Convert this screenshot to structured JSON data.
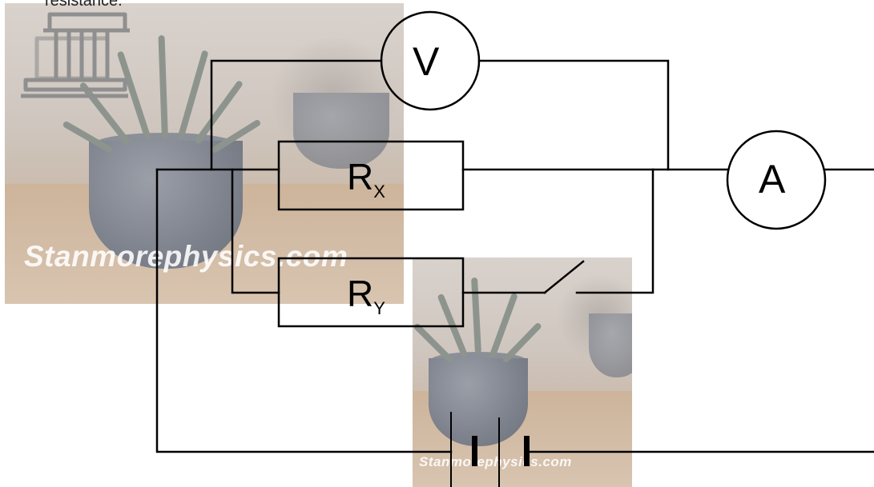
{
  "caption": "resistance.",
  "watermark": {
    "text_large": "Stanmorephysics.com",
    "text_small": "Stanmorephysics.com"
  },
  "meters": {
    "voltmeter": "V",
    "ammeter": "A"
  },
  "resistors": [
    {
      "symbol": "R",
      "subscript": "X"
    },
    {
      "symbol": "R",
      "subscript": "Y"
    }
  ],
  "colors": {
    "wire": "#000000",
    "photo_tint": "#d9d2cc",
    "watermark_text": "#ffffff"
  },
  "icons": {
    "logo": "column-pillar-icon",
    "switch": "open-switch-icon",
    "battery": "battery-cells-icon"
  }
}
